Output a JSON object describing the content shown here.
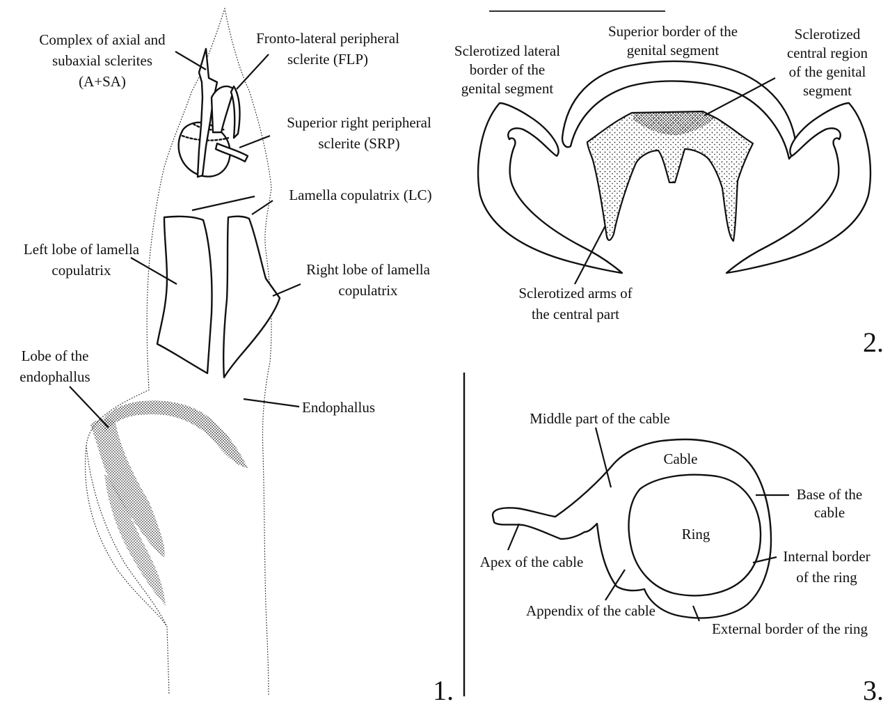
{
  "figure_1": {
    "number": "1.",
    "labels": {
      "axial_complex": [
        "Complex of axial and",
        "subaxial sclerites",
        "(A+SA)"
      ],
      "flp": [
        "Fronto-lateral peripheral",
        "sclerite (FLP)"
      ],
      "srp": [
        "Superior right peripheral",
        "sclerite (SRP)"
      ],
      "lc": [
        "Lamella copulatrix (LC)"
      ],
      "left_lobe": [
        "Left lobe of lamella",
        "copulatrix"
      ],
      "right_lobe": [
        "Right lobe of lamella",
        "copulatrix"
      ],
      "endo_lobe": [
        "Lobe of the",
        "endophallus"
      ],
      "endophallus": [
        "Endophallus"
      ]
    }
  },
  "figure_2": {
    "number": "2.",
    "labels": {
      "lateral_border": [
        "Sclerotized lateral",
        "border of the",
        "genital segment"
      ],
      "superior_border": [
        "Superior border of the",
        "genital segment"
      ],
      "central_region": [
        "Sclerotized",
        "central region",
        "of the genital",
        "segment"
      ],
      "arms": [
        "Sclerotized arms of",
        "the central part"
      ]
    }
  },
  "figure_3": {
    "number": "3.",
    "labels": {
      "middle_part": [
        "Middle part of the cable"
      ],
      "cable": [
        "Cable"
      ],
      "base": [
        "Base of the",
        "cable"
      ],
      "ring": [
        "Ring"
      ],
      "internal_border": [
        "Internal border",
        "of the ring"
      ],
      "apex": [
        "Apex of the cable"
      ],
      "appendix": [
        "Appendix of the cable"
      ],
      "external_border": [
        "External border of the ring"
      ]
    }
  }
}
